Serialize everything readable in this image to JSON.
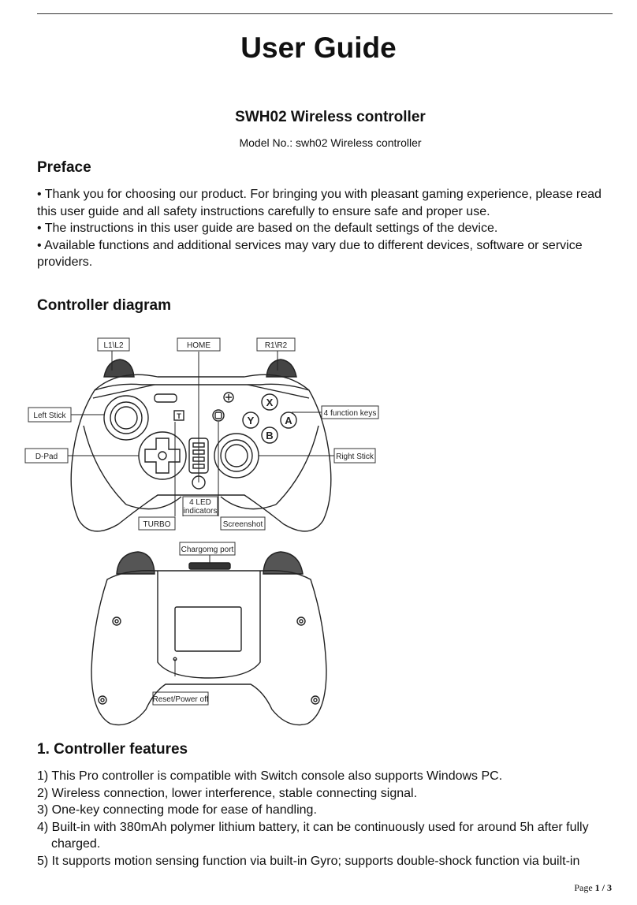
{
  "header": {
    "title": "User Guide",
    "subtitle": "SWH02 Wireless controller",
    "model_no": "Model No.: swh02 Wireless controller"
  },
  "preface": {
    "heading": "Preface",
    "items": [
      "• Thank you for choosing our product. For bringing you with pleasant gaming experience, please read this user guide and all safety instructions carefully to ensure safe and proper use.",
      "• The instructions in this user guide are based on the default settings of the device.",
      "• Available functions and additional services may vary due to different devices, software or service providers."
    ]
  },
  "diagram": {
    "heading": "Controller diagram",
    "labels": {
      "l1l2": "L1\\L2",
      "home": "HOME",
      "r1r2": "R1\\R2",
      "left_stick": "Left Stick",
      "function_keys": "4 function keys",
      "dpad": "D-Pad",
      "right_stick": "Right Stick",
      "led_line1": "4 LED",
      "led_line2": "indicators",
      "turbo": "TURBO",
      "screenshot": "Screenshot",
      "charging_port": "Chargomg port",
      "reset_power": "Reset/Power off"
    },
    "buttons": {
      "x": "X",
      "y": "Y",
      "a": "A",
      "b": "B",
      "t": "T"
    }
  },
  "features": {
    "heading": "1. Controller features",
    "items": [
      "1) This Pro controller is compatible with Switch console also supports Windows PC.",
      "2) Wireless connection, lower interference, stable connecting signal.",
      "3) One-key connecting mode for ease of handling.",
      "4) Built-in with 380mAh polymer lithium battery, it can be continuously used for around 5h after fully charged.",
      "5) It supports motion sensing function via built-in Gyro; supports double-shock function via built-in"
    ]
  },
  "footer": {
    "page_prefix": "Page ",
    "page_current": "1",
    "page_sep": " / ",
    "page_total": "3"
  }
}
